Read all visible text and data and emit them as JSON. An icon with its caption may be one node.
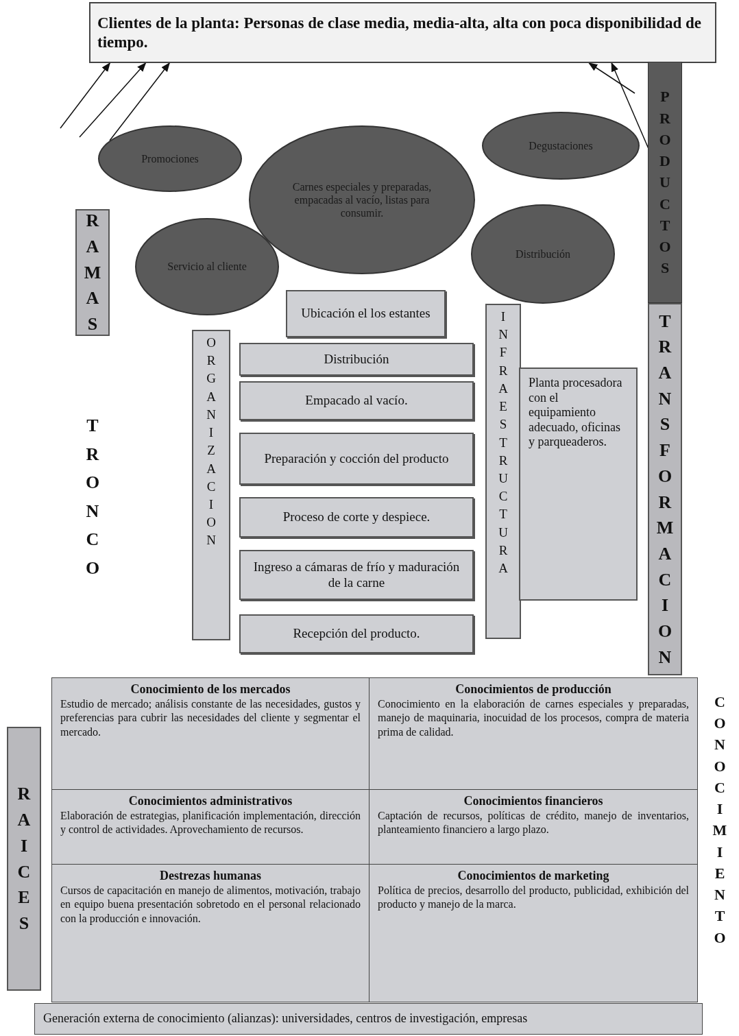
{
  "diagram": {
    "nodes": [
      {
        "text": [
          "Clientes de la planta: Personas de clase media, media-alta, alta con poca disponibilidad de tiempo."
        ]
      },
      {
        "text": [
          "Promociones"
        ]
      },
      {
        "text": [
          "Carnes especiales y preparadas, empacadas al vacío, listas para consumir."
        ]
      },
      {
        "text": [
          "Degustaciones"
        ]
      },
      {
        "text": [
          "PRODUCTOS"
        ]
      },
      {
        "text": [
          "RAMAS"
        ]
      },
      {
        "text": [
          "Servicio al cliente"
        ]
      },
      {
        "text": [
          "Distribución"
        ]
      },
      {
        "text": [
          "Ubicación el los estantes"
        ]
      },
      {
        "text": [
          "TRANSFORMACION"
        ]
      },
      {
        "text": [
          "INFRAESTRUCTURA"
        ]
      },
      {
        "text": [
          "ORGANIZACION"
        ]
      },
      {
        "text": [
          "Distribución"
        ]
      },
      {
        "text": [
          "Empacado al vacío."
        ]
      },
      {
        "text": [
          "Planta procesadora con el equipamiento adecuado, oficinas y parqueaderos."
        ]
      },
      {
        "text": [
          "Preparación y cocción del producto"
        ]
      },
      {
        "text": [
          "Proceso de corte y despiece."
        ]
      },
      {
        "text": [
          "Ingreso a cámaras de frío y maduración de la carne"
        ]
      },
      {
        "text": [
          "Recepción del producto."
        ]
      },
      {
        "text": [
          "Conocimiento de los mercados",
          "Estudio de mercado; análisis constante de las necesidades, gustos y preferencias para cubrir las necesidades del cliente y segmentar el mercado."
        ]
      },
      {
        "text": [
          "Conocimientos de producción",
          "Conocimiento en la elaboración de carnes especiales y preparadas, manejo de maquinaria, inocuidad de los procesos, compra de materia prima de calidad."
        ]
      },
      {
        "text": [
          "Conocimientos administrativos",
          "Elaboración de estrategias, planificación implementación, dirección y control de actividades. Aprovechamiento de recursos."
        ]
      },
      {
        "text": [
          "Conocimientos financieros",
          "Captación de recursos, políticas de crédito, manejo de inventarios, planteamiento financiero a largo plazo."
        ]
      },
      {
        "text": [
          "Destrezas humanas",
          "Cursos de capacitación en manejo de alimentos, motivación, trabajo en equipo buena presentación sobretodo en el personal relacionado con la producción e innovación."
        ]
      },
      {
        "text": [
          "Conocimientos de marketing",
          "Política de precios, desarrollo del producto, publicidad, exhibición del producto y manejo de la marca."
        ]
      },
      {
        "text": [
          "RAICES"
        ]
      },
      {
        "text": [
          "Generación externa de conocimiento (alianzas): universidades, centros de investigación, empresas"
        ]
      }
    ],
    "edges": [
      {
        "from": null,
        "to": 0,
        "arrow": "to"
      },
      {
        "from": null,
        "to": 0,
        "arrow": "to"
      },
      {
        "from": 1,
        "to": 0,
        "arrow": "to"
      },
      {
        "from": null,
        "to": 0,
        "arrow": "to"
      },
      {
        "from": 4,
        "to": 0,
        "arrow": "to"
      }
    ],
    "labels": [
      "TRONCO",
      "CONOCIMIENTO"
    ]
  }
}
